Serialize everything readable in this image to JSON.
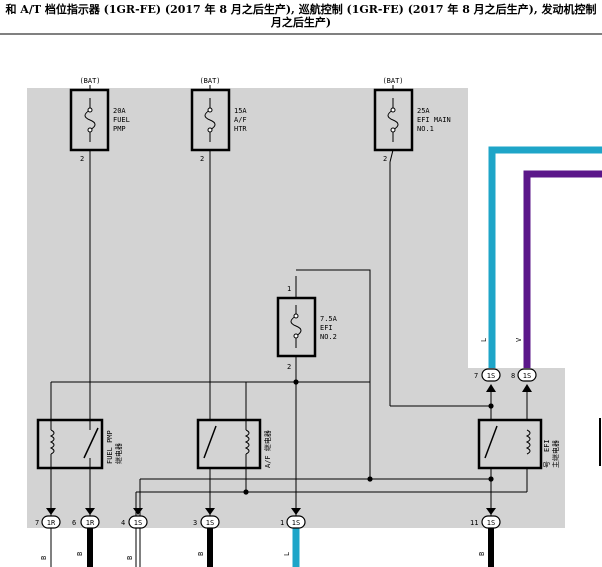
{
  "header": {
    "title_line1": "和 A/T 档位指示器 (1GR-FE) (2017 年 8 月之后生产), 巡航控制 (1GR-FE) (2017 年 8 月之后生产), 发动机控制",
    "title_line2": "月之后生产)"
  },
  "fuses": [
    {
      "id": "fuel-pmp",
      "source": "(BAT)",
      "rating": "20A",
      "name1": "FUEL",
      "name2": "PMP",
      "pin": "2"
    },
    {
      "id": "a-f-htr",
      "source": "(BAT)",
      "rating": "15A",
      "name1": "A/F",
      "name2": "HTR",
      "pin": "2"
    },
    {
      "id": "efi-main-no1",
      "source": "(BAT)",
      "rating": "25A",
      "name1": "EFI MAIN",
      "name2": "NO.1",
      "pin": "2"
    },
    {
      "id": "efi-no2",
      "rating": "7.5A",
      "name1": "EFI",
      "name2": "NO.2",
      "pin_in": "1",
      "pin_out": "2"
    }
  ],
  "relays": [
    {
      "id": "fuel-pmp-relay",
      "label1": "FUEL PMP",
      "label2": "继电器"
    },
    {
      "id": "a-f-relay",
      "label": "A/F 继电器"
    },
    {
      "id": "efi-main-relay",
      "label1": "EFI",
      "label2": "主继电器",
      "label3": "号"
    }
  ],
  "connectors_top": [
    {
      "pin": "7",
      "id": "1S",
      "wire_color": "L"
    },
    {
      "pin": "8",
      "id": "1S",
      "wire_color": "V"
    }
  ],
  "connectors_bottom": [
    {
      "pin": "7",
      "id": "1R",
      "wire_color": "B"
    },
    {
      "pin": "6",
      "id": "1R",
      "wire_color": "B"
    },
    {
      "pin": "4",
      "id": "1S",
      "wire_color": "B"
    },
    {
      "pin": "3",
      "id": "1S",
      "wire_color": "B"
    },
    {
      "pin": "1",
      "id": "1S",
      "wire_color": "L"
    },
    {
      "pin": "11",
      "id": "1S",
      "wire_color": "B"
    }
  ],
  "colors": {
    "panel": "#d3d3d3",
    "wire_blue": "#1ea5c8",
    "wire_violet": "#5b178a",
    "wire_black": "#000000"
  }
}
